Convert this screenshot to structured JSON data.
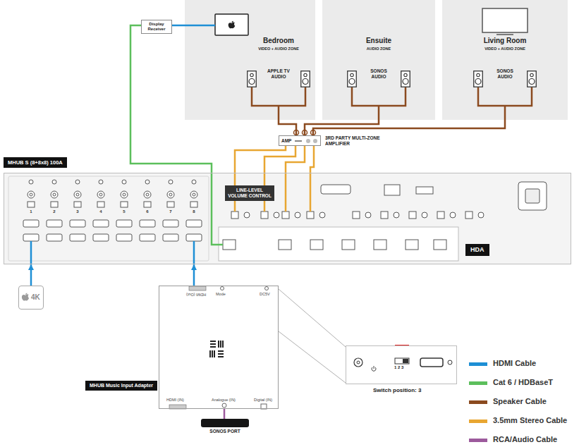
{
  "diagram": {
    "nodes": [
      {
        "text": [
          "Bedroom",
          "VIDEO + AUDIO ZONE",
          "APPLE TV AUDIO"
        ]
      },
      {
        "text": [
          "Ensuite",
          "AUDIO ZONE",
          "SONOS AUDIO"
        ]
      },
      {
        "text": [
          "Living Room",
          "VIDEO + AUDIO ZONE",
          "SONOS AUDIO"
        ]
      },
      {
        "text": [
          "Display Receiver"
        ]
      },
      {
        "text": [
          "AMP",
          "3RD PARTY MULTI-ZONE AMPLIFIER"
        ]
      },
      {
        "text": [
          "MHUB S (8+8x8) 100A"
        ]
      },
      {
        "text": [
          "LINE-LEVEL VOLUME CONTROL"
        ],
        "in": 5
      },
      {
        "text": [
          "4K"
        ]
      },
      {
        "text": [
          "MHUB Music Input Adapter"
        ]
      },
      {
        "text": [
          "1 2 3",
          "Switch position: 3"
        ]
      },
      {
        "text": [
          "SONOS PORT"
        ]
      }
    ],
    "edges": [
      {
        "from": 3,
        "to": 0,
        "arrow": "none"
      },
      {
        "from": 5,
        "to": 3,
        "arrow": "none"
      },
      {
        "from": 0,
        "to": 4,
        "arrow": "none"
      },
      {
        "from": 1,
        "to": 4,
        "arrow": "none"
      },
      {
        "from": 2,
        "to": 4,
        "arrow": "none"
      },
      {
        "from": 4,
        "to": 5,
        "arrow": "none"
      },
      {
        "from": 4,
        "to": 5,
        "arrow": "none"
      },
      {
        "from": 4,
        "to": 5,
        "arrow": "none"
      },
      {
        "from": 4,
        "to": 5,
        "arrow": "none"
      },
      {
        "from": 7,
        "to": 5,
        "arrow": "to"
      },
      {
        "from": 8,
        "to": 5,
        "arrow": "to"
      },
      {
        "from": 10,
        "to": 8,
        "arrow": "none"
      },
      {
        "from": 8,
        "to": 9,
        "arrow": "none"
      },
      {
        "from": 8,
        "to": 9,
        "arrow": "none"
      }
    ],
    "labels": [
      "1",
      "2",
      "3",
      "4",
      "5",
      "6",
      "7",
      "8",
      "HDA",
      "HDMI (Out)",
      "Mode",
      "DC5V",
      "HDMI (IN)",
      "Analogue (IN)",
      "Digital (IN)"
    ],
    "legend": [
      {
        "text": "HDMI Cable",
        "color": "#1e8fd5"
      },
      {
        "text": "Cat 6 / HDBaseT",
        "color": "#5cbf5c"
      },
      {
        "text": "Speaker Cable",
        "color": "#8b4a1f"
      },
      {
        "text": "3.5mm Stereo Cable",
        "color": "#e8a632"
      },
      {
        "text": "RCA/Audio Cable",
        "color": "#9c5a9c"
      }
    ]
  }
}
